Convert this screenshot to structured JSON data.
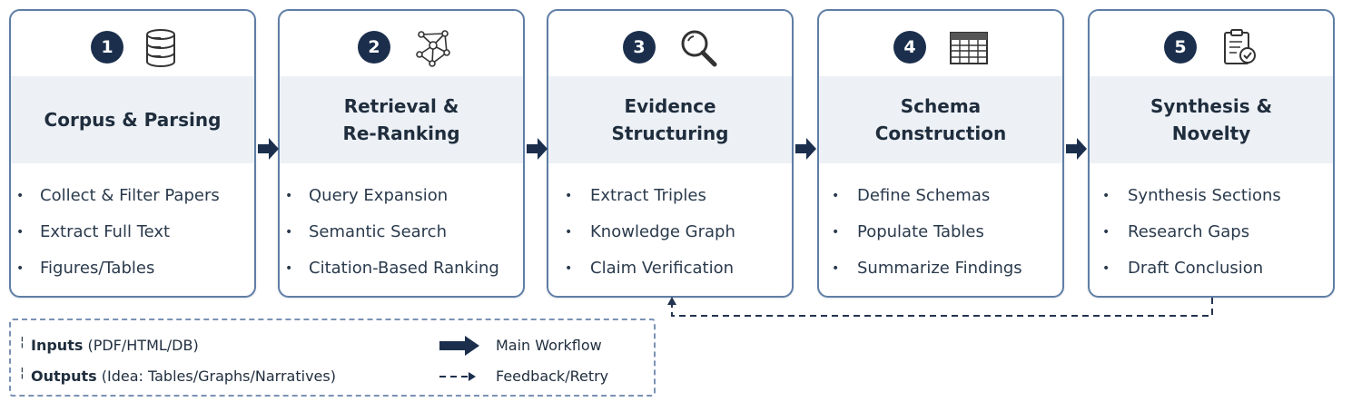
{
  "stages": [
    {
      "number": "1",
      "icon": "database-icon",
      "title": "Corpus & Parsing",
      "items": [
        "Collect & Filter Papers",
        "Extract Full Text",
        "Figures/Tables"
      ]
    },
    {
      "number": "2",
      "icon": "network-graph-icon",
      "title": "Retrieval &\nRe-Ranking",
      "items": [
        "Query Expansion",
        "Semantic Search",
        "Citation-Based Ranking"
      ]
    },
    {
      "number": "3",
      "icon": "magnifier-icon",
      "title": "Evidence\nStructuring",
      "items": [
        "Extract Triples",
        "Knowledge Graph",
        "Claim Verification"
      ]
    },
    {
      "number": "4",
      "icon": "table-icon",
      "title": "Schema\nConstruction",
      "items": [
        "Define Schemas",
        "Populate Tables",
        "Summarize Findings"
      ]
    },
    {
      "number": "5",
      "icon": "checklist-document-icon",
      "title": "Synthesis &\nNovelty",
      "items": [
        "Synthesis Sections",
        "Research Gaps",
        "Draft Conclusion"
      ]
    }
  ],
  "legend": {
    "inputs_label": "Inputs",
    "inputs_text": "(PDF/HTML/DB)",
    "outputs_label": "Outputs",
    "outputs_text": "(Idea: Tables/Graphs/Narratives)",
    "main_workflow": "Main Workflow",
    "feedback_retry": "Feedback/Retry"
  },
  "colors": {
    "badge": "#1b2f4d",
    "card_border": "#5f7ea6",
    "title_band": "#edf1f6",
    "arrow": "#1b2f4d",
    "dashed": "#23344f"
  }
}
